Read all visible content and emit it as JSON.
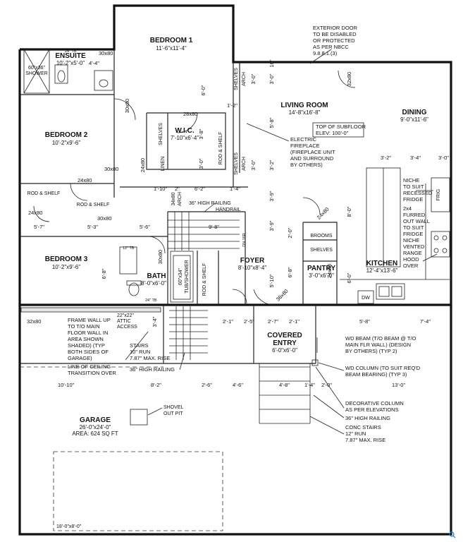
{
  "rooms": {
    "bedroom1": {
      "name": "BEDROOM 1",
      "dims": "11'-6\"x11'-4\""
    },
    "ensuite": {
      "name": "ENSUITE",
      "dims": "10'-2\"x5'-0\""
    },
    "bedroom2": {
      "name": "BEDROOM 2",
      "dims": "10'-2\"x9'-6\""
    },
    "bedroom3": {
      "name": "BEDROOM 3",
      "dims": "10'-2\"x9'-6\""
    },
    "wic": {
      "name": "W.I.C.",
      "dims": "7'-10\"x6'-4\""
    },
    "living": {
      "name": "LIVING ROOM",
      "dims": "14'-8\"x16'-8\""
    },
    "dining": {
      "name": "DINING",
      "dims": "9'-0\"x11'-6\""
    },
    "kitchen": {
      "name": "KITCHEN",
      "dims": "12'-4\"x13'-6\""
    },
    "foyer": {
      "name": "FOYER",
      "dims": "8'-10\"x8'-4\""
    },
    "pantry": {
      "name": "PANTRY",
      "dims": "3'-0\"x6'-0\""
    },
    "bath": {
      "name": "BATH",
      "dims": "8'-0\"x6'-0\""
    },
    "entry": {
      "name_line1": "COVERED",
      "name_line2": "ENTRY",
      "dims": "6'-0\"x6'-0\""
    },
    "garage": {
      "name": "GARAGE",
      "dims": "26'-0\"x24'-0\"",
      "area": "AREA: 624 SQ FT"
    }
  },
  "labels": {
    "shower_60x36": "60\"x36\"",
    "shower": "SHOWER",
    "tub_shower_60x34": "60\"x34\"",
    "tub_shower": "TUB/SHOWER",
    "shelves": "SHELVES",
    "linen": "LINEN",
    "rod_shelf": "ROD & SHELF",
    "arch": "ARCH",
    "brooms": "BROOMS",
    "fridge": "FRIG",
    "dw": "DW",
    "handrail": "36\" HIGH RAILING",
    "handrail2": "HANDRAIL",
    "dn": "DN 16R",
    "attic_line1": "22\"x22\"",
    "attic_line2": "ATTIC",
    "attic_line3": "ACCESS",
    "driveway": "18'-0\"x8'-0\"",
    "shovel_line1": "SHOVEL",
    "shovel_line2": "OUT PIT",
    "tb24": "24\" TB",
    "tb12": "12\" TB",
    "arch34": "34x80",
    "arch34b": "ARCH"
  },
  "notes": {
    "exterior_door": [
      "EXTERIOR DOOR",
      "TO BE DISABLED",
      "OR PROTECTED",
      "AS PER NBCC",
      "9.8.8.1.(3)"
    ],
    "subfloor": [
      "TOP OF SUBFLOOR",
      "ELEV: 100'-0\""
    ],
    "fireplace": [
      "ELECTRIC",
      "FIREPLACE",
      "(FIREPLACE UNIT",
      "AND SURROUND",
      "BY OTHERS)"
    ],
    "niche_recessed": [
      "NICHE",
      "TO SUIT",
      "RECESSED",
      "FRIDGE"
    ],
    "furred": [
      "2x4",
      "FURRED",
      "OUT WALL",
      "TO SUIT",
      "FRIDGE",
      "NICHE"
    ],
    "vented": [
      "VENTED",
      "RANGE",
      "HOOD",
      "OVER"
    ],
    "frame_wall": [
      "FRAME WALL UP",
      "TO T/O MAIN",
      "FLOOR WALL IN",
      "AREA SHOWN",
      "SHADED) (TYP",
      "BOTH SIDES OF",
      "GARAGE)"
    ],
    "stairs": [
      "STAIRS",
      "10\" RUN",
      "7.87\" MAX. RISE"
    ],
    "railing_stairs": "36\" HIGH RAILING",
    "ceiling_line": [
      "LINE OF CEILING",
      "TRANSITION OVER"
    ],
    "wd_beam": [
      "WD BEAM (T/O BEAM @ T/O",
      "MAIN FLR WALL) (DESIGN",
      "BY OTHERS) (TYP 2)"
    ],
    "wd_column": [
      "WD COLUMN (TO SUIT REQ'D",
      "BEAM BEARING) (TYP 3)"
    ],
    "decorative": [
      "DECORATIVE COLUMN",
      "AS PER ELEVATIONS"
    ],
    "railing_entry": "36\" HIGH RAILING",
    "conc_stairs": [
      "CONC STAIRS",
      "12\" RUN",
      "7.87\" MAX. RISE"
    ]
  },
  "dims": {
    "d30x80a": "30x80",
    "d4_4": "4'-4\"",
    "d6_0": "6'-0\"",
    "d28x80": "28x80",
    "d1_2": "1'-2\"",
    "d3_8": "3'-8\"",
    "d30x80b": "30x80",
    "d30x80c": "30x80",
    "d24x80a": "24x80",
    "d24x80b": "24x80",
    "d24x80c": "24x80",
    "d1_10": "1'-10\"",
    "d2": "2\"",
    "d6_2": "6'-2\"",
    "d1_4": "1'-4\"",
    "d5_7": "5'-7\"",
    "d5_3": "5'-3\"",
    "d5_6": "5'-6\"",
    "d30x80d": "30x80",
    "d9_8": "9'-8\"",
    "d3_0a": "3'-0\"",
    "d5_8a": "5'-8\"",
    "d3_2a": "3'-2\"",
    "d3_9a": "3'-9\"",
    "d3_9b": "3'-9\"",
    "d10": "10\"",
    "d32x80a": "32x80",
    "d3_2b": "3'-2\"",
    "d3_4": "3'-4\"",
    "d3_0b": "3'-0\"",
    "d8_0": "8'-0\"",
    "d2_0": "2'-0\"",
    "d6_8a": "6'-8\"",
    "d6_8b": "6'-8\"",
    "d5_10": "5'-10\"",
    "d6_0b": "6'-0\"",
    "d24x80d": "24x80",
    "d24x80e": "24x80",
    "d36x80": "36x80",
    "d30x80e": "30x80",
    "d32x80b": "32x80",
    "d3_4b": "3'-4\"",
    "d2_1a": "2'-1\"",
    "d2_5": "2'-5\"",
    "d2_7": "2'-7\"",
    "d2_1b": "2'-1\"",
    "d5_8b": "5'-8\"",
    "d7_4": "7'-4\"",
    "d10_10": "10'-10\"",
    "d8_2": "8'-2\"",
    "d2_6": "2'-6\"",
    "d4_6": "4'-6\"",
    "d4_8": "4'-8\"",
    "d1_4b": "1'-4\"",
    "d2_0b": "2'-0\"",
    "d13_0": "13'-0\"",
    "d3_0c": "3'-0\"",
    "d3_0d": "3'-0\"",
    "d3_0e": "3'-0\""
  },
  "icon": "magnifier-icon"
}
